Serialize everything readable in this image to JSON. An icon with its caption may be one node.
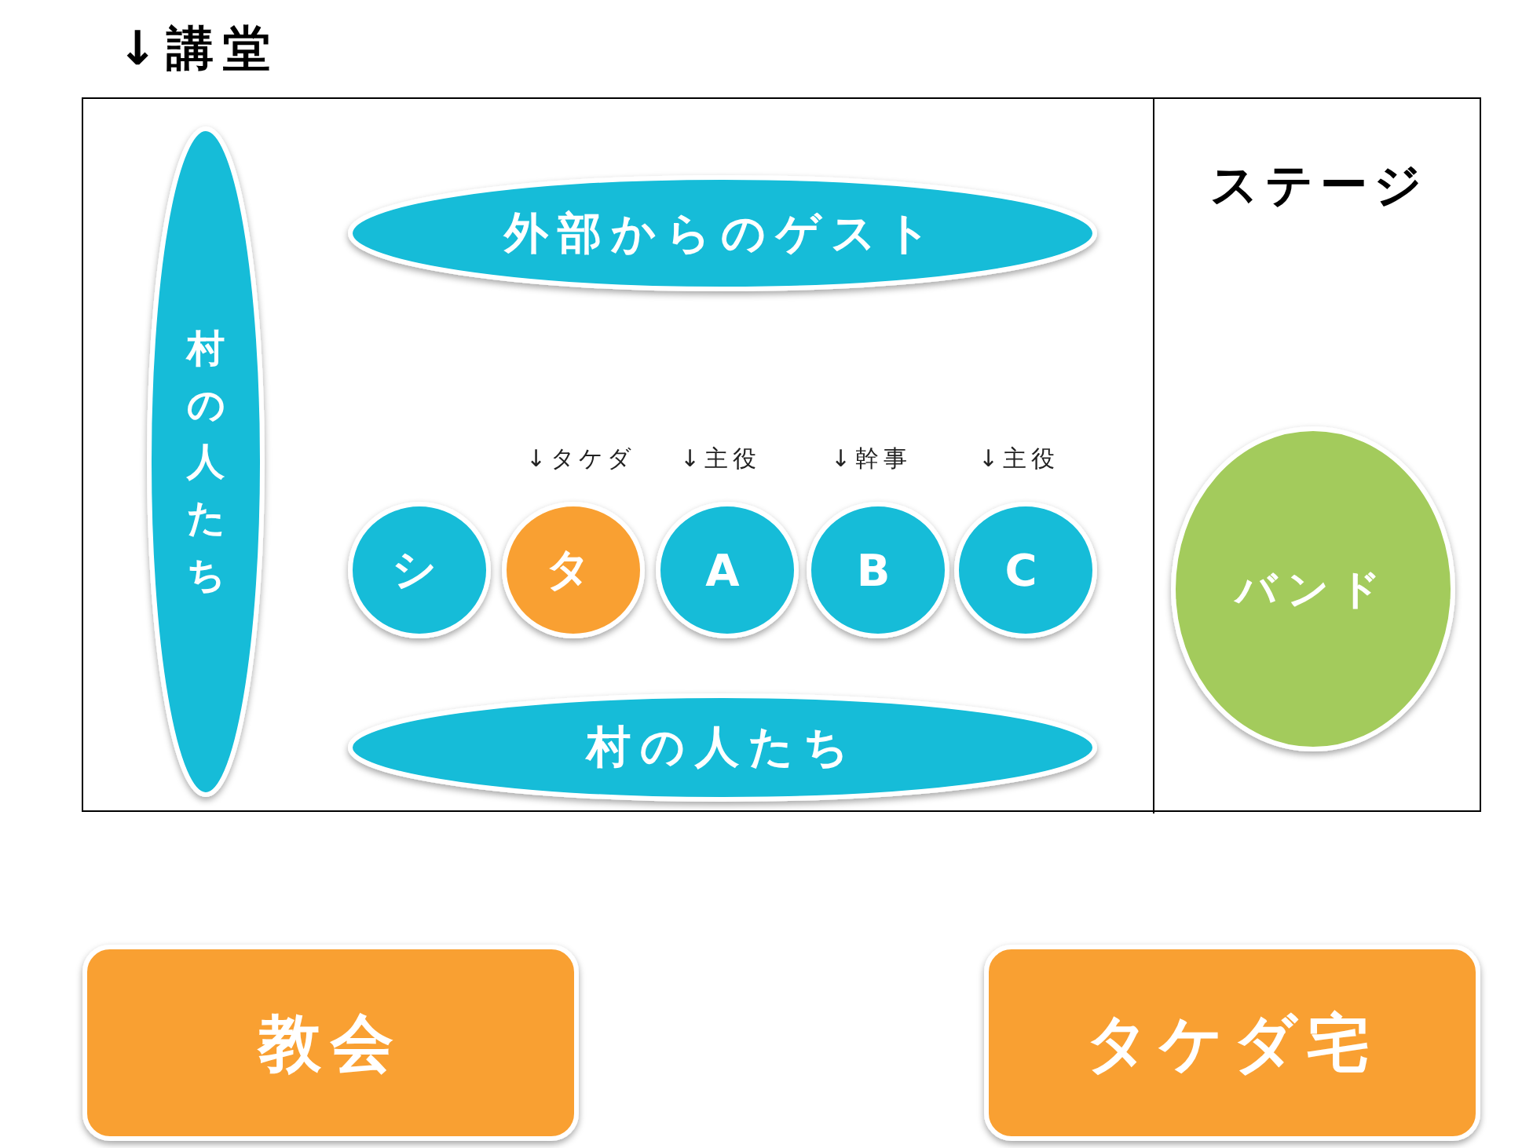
{
  "diagram": {
    "nodes": [
      {
        "text": [
          "↓講堂"
        ]
      },
      {
        "text": [
          "ステージ"
        ],
        "in": 0
      },
      {
        "text": [
          "村の人たち"
        ],
        "in": 0
      },
      {
        "text": [
          "外部からのゲスト"
        ],
        "in": 0
      },
      {
        "text": [
          "シ"
        ],
        "in": 0
      },
      {
        "text": [
          "タ"
        ],
        "in": 0,
        "beside": [
          "↓タケダ"
        ]
      },
      {
        "text": [
          "A"
        ],
        "in": 0,
        "beside": [
          "↓主役"
        ]
      },
      {
        "text": [
          "B"
        ],
        "in": 0,
        "beside": [
          "↓幹事"
        ]
      },
      {
        "text": [
          "C"
        ],
        "in": 0,
        "beside": [
          "↓主役"
        ]
      },
      {
        "text": [
          "村の人たち"
        ],
        "in": 0
      },
      {
        "text": [
          "バンド"
        ],
        "in": 1
      },
      {
        "text": [
          "教会"
        ]
      },
      {
        "text": [
          "タケダ宅"
        ]
      }
    ]
  }
}
